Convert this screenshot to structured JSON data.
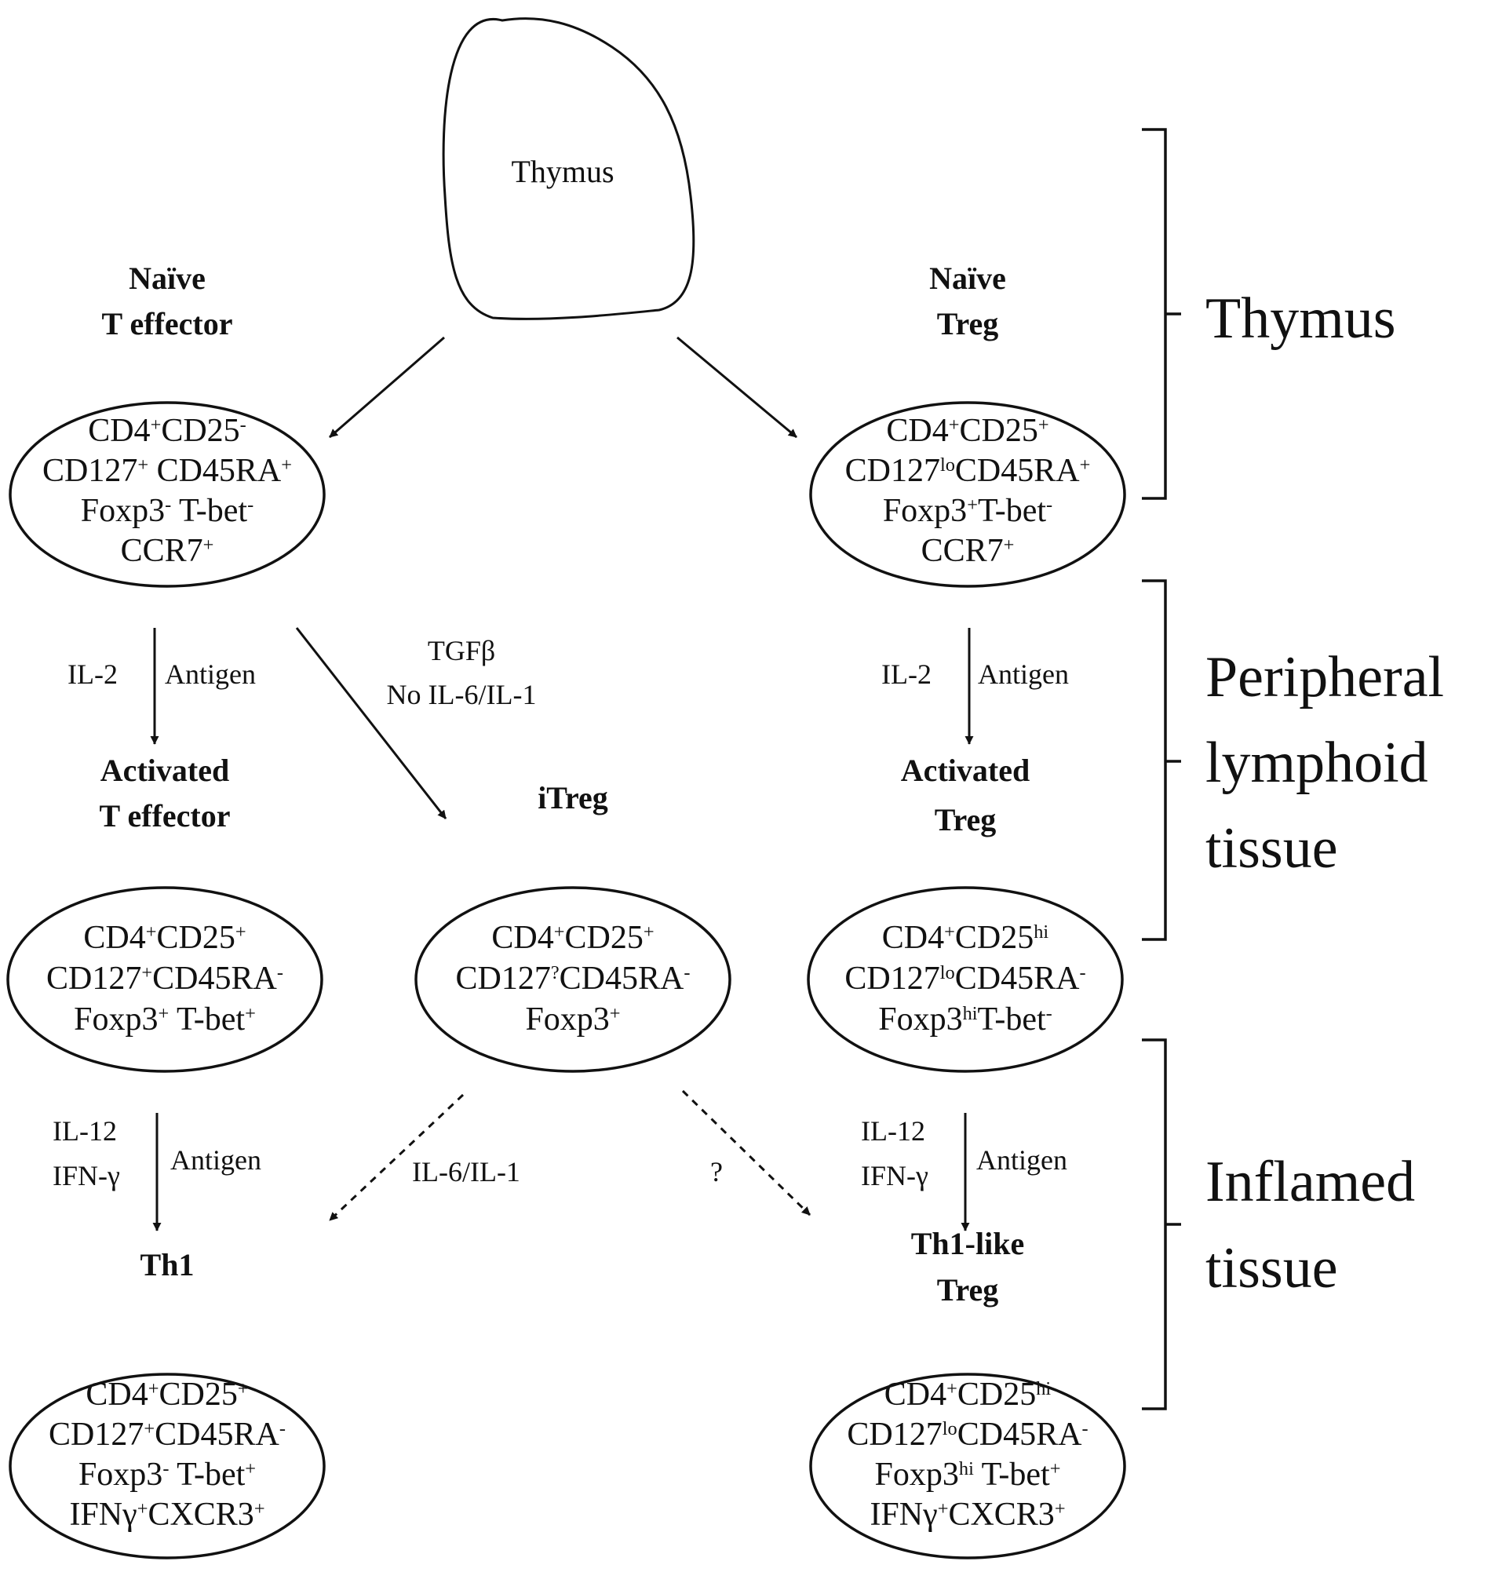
{
  "thymus": {
    "label": "Thymus"
  },
  "nodes": {
    "naive_teff": {
      "title": [
        "Naïve",
        "T effector"
      ],
      "lines": [
        [
          [
            "CD4",
            ""
          ],
          [
            "+",
            "sup"
          ],
          [
            "CD25",
            ""
          ],
          [
            "-",
            "sup"
          ]
        ],
        [
          [
            "CD127",
            ""
          ],
          [
            "+",
            "sup"
          ],
          [
            " CD45RA",
            ""
          ],
          [
            "+",
            "sup"
          ]
        ],
        [
          [
            "Foxp3",
            ""
          ],
          [
            "-",
            "sup"
          ],
          [
            " T-bet",
            ""
          ],
          [
            "-",
            "sup"
          ]
        ],
        [
          [
            "CCR7",
            ""
          ],
          [
            "+",
            "sup"
          ]
        ]
      ]
    },
    "naive_treg": {
      "title": [
        "Naïve",
        "Treg"
      ],
      "lines": [
        [
          [
            "CD4",
            ""
          ],
          [
            "+",
            "sup"
          ],
          [
            "CD25",
            ""
          ],
          [
            "+",
            "sup"
          ]
        ],
        [
          [
            "CD127",
            ""
          ],
          [
            "lo",
            "sup"
          ],
          [
            "CD45RA",
            ""
          ],
          [
            "+",
            "sup"
          ]
        ],
        [
          [
            "Foxp3",
            ""
          ],
          [
            "+",
            "sup"
          ],
          [
            "T-bet",
            ""
          ],
          [
            "-",
            "sup"
          ]
        ],
        [
          [
            "CCR7",
            ""
          ],
          [
            "+",
            "sup"
          ]
        ]
      ]
    },
    "activated_teff": {
      "title": [
        "Activated",
        "T effector"
      ],
      "lines": [
        [
          [
            "CD4",
            ""
          ],
          [
            "+",
            "sup"
          ],
          [
            "CD25",
            ""
          ],
          [
            "+",
            "sup"
          ]
        ],
        [
          [
            "CD127",
            ""
          ],
          [
            "+",
            "sup"
          ],
          [
            "CD45RA",
            ""
          ],
          [
            "-",
            "sup"
          ]
        ],
        [
          [
            "Foxp3",
            ""
          ],
          [
            "+",
            "sup"
          ],
          [
            " T-bet",
            ""
          ],
          [
            "+",
            "sup"
          ]
        ]
      ]
    },
    "itreg": {
      "title": [
        "iTreg"
      ],
      "lines": [
        [
          [
            "CD4",
            ""
          ],
          [
            "+",
            "sup"
          ],
          [
            "CD25",
            ""
          ],
          [
            "+",
            "sup"
          ]
        ],
        [
          [
            "CD127",
            ""
          ],
          [
            "?",
            "sup"
          ],
          [
            "CD45RA",
            ""
          ],
          [
            "-",
            "sup"
          ]
        ],
        [
          [
            "Foxp3",
            ""
          ],
          [
            "+",
            "sup"
          ]
        ]
      ]
    },
    "activated_treg": {
      "title": [
        "Activated",
        "Treg"
      ],
      "lines": [
        [
          [
            "CD4",
            ""
          ],
          [
            "+",
            "sup"
          ],
          [
            "CD25",
            ""
          ],
          [
            "hi",
            "sup"
          ]
        ],
        [
          [
            "CD127",
            ""
          ],
          [
            "lo",
            "sup"
          ],
          [
            "CD45RA",
            ""
          ],
          [
            "-",
            "sup"
          ]
        ],
        [
          [
            "Foxp3",
            ""
          ],
          [
            "hi",
            "sup"
          ],
          [
            "T-bet",
            ""
          ],
          [
            "-",
            "sup"
          ]
        ]
      ]
    },
    "th1": {
      "title": [
        "Th1"
      ],
      "lines": [
        [
          [
            "CD4",
            ""
          ],
          [
            "+",
            "sup"
          ],
          [
            "CD25",
            ""
          ],
          [
            "+",
            "sup"
          ]
        ],
        [
          [
            "CD127",
            ""
          ],
          [
            "+",
            "sup"
          ],
          [
            "CD45RA",
            ""
          ],
          [
            "-",
            "sup"
          ]
        ],
        [
          [
            "Foxp3",
            ""
          ],
          [
            "-",
            "sup"
          ],
          [
            " T-bet",
            ""
          ],
          [
            "+",
            "sup"
          ]
        ],
        [
          [
            "IFNγ",
            ""
          ],
          [
            "+",
            "sup"
          ],
          [
            "CXCR3",
            ""
          ],
          [
            "+",
            "sup"
          ]
        ]
      ]
    },
    "th1_like_treg": {
      "title": [
        "Th1-like",
        "Treg"
      ],
      "lines": [
        [
          [
            "CD4",
            ""
          ],
          [
            "+",
            "sup"
          ],
          [
            "CD25",
            ""
          ],
          [
            "hi",
            "sup"
          ]
        ],
        [
          [
            "CD127",
            ""
          ],
          [
            "lo",
            "sup"
          ],
          [
            "CD45RA",
            ""
          ],
          [
            "-",
            "sup"
          ]
        ],
        [
          [
            "Foxp3",
            ""
          ],
          [
            "hi",
            "sup"
          ],
          [
            " T-bet",
            ""
          ],
          [
            "+",
            "sup"
          ]
        ],
        [
          [
            "IFNγ",
            ""
          ],
          [
            "+",
            "sup"
          ],
          [
            "CXCR3",
            ""
          ],
          [
            "+",
            "sup"
          ]
        ]
      ]
    }
  },
  "conditions": {
    "teff_activation_left": "IL-2",
    "teff_activation_right": "Antigen",
    "itreg_induction_1": "TGFβ",
    "itreg_induction_2": "No IL-6/IL-1",
    "treg_activation_left": "IL-2",
    "treg_activation_right": "Antigen",
    "th1_left_1": "IL-12",
    "th1_left_2": "IFN-γ",
    "th1_right": "Antigen",
    "itreg_to_th1": "IL-6/IL-1",
    "itreg_to_th1like": "?",
    "th1like_left_1": "IL-12",
    "th1like_left_2": "IFN-γ",
    "th1like_right": "Antigen"
  },
  "regions": {
    "thymus": [
      "Thymus"
    ],
    "peripheral": [
      "Peripheral",
      "lymphoid",
      "tissue"
    ],
    "inflamed": [
      "Inflamed",
      "tissue"
    ]
  }
}
